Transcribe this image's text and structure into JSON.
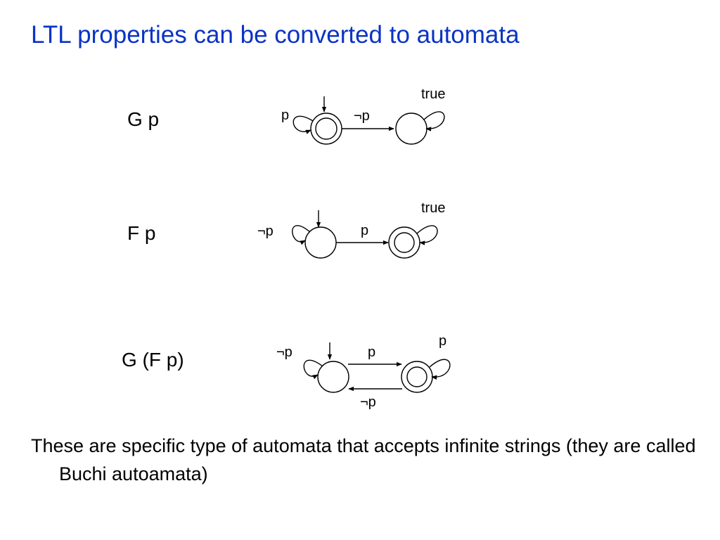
{
  "title": "LTL properties can be converted to automata",
  "automata": [
    {
      "formula": "G p",
      "labels": {
        "initial_loop": "p",
        "transition": "¬p",
        "other_loop": "true"
      },
      "accepting": "initial"
    },
    {
      "formula": "F p",
      "labels": {
        "initial_loop": "¬p",
        "transition": "p",
        "other_loop": "true"
      },
      "accepting": "other"
    },
    {
      "formula": "G (F p)",
      "labels": {
        "initial_loop": "¬p",
        "forward": "p",
        "other_loop": "p",
        "backward": "¬p"
      },
      "accepting": "other"
    }
  ],
  "footer": "These are specific type of automata that accepts infinite strings (they are called Buchi autoamata)"
}
